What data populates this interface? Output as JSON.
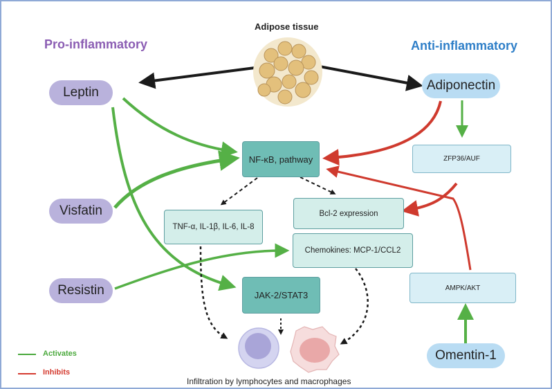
{
  "title": "Adipose tissue",
  "groups": {
    "pro": {
      "label": "Pro-inflammatory",
      "color": "#8b5db3"
    },
    "anti": {
      "label": "Anti-inflammatory",
      "color": "#2f7fc8"
    }
  },
  "adipokines": {
    "leptin": "Leptin",
    "visfatin": "Visfatin",
    "resistin": "Resistin",
    "adiponectin": "Adiponectin",
    "omentin": "Omentin-1"
  },
  "pathways": {
    "nfkb": "NF-κB, pathway",
    "cytokines": "TNF-α, IL-1β,  IL-6, IL-8",
    "bcl2": "Bcl-2 expression",
    "chemokines": "Chemokines: MCP-1/CCL2",
    "jak": "JAK-2/STAT3",
    "zfp": "ZFP36/AUF",
    "ampk": "AMPK/AKT"
  },
  "outcome": "Infiltration by lymphocytes and macrophages",
  "legend": {
    "activates": {
      "label": "Activates",
      "color": "#4aa93c"
    },
    "inhibits": {
      "label": "Inhibits",
      "color": "#d43a2f"
    }
  },
  "colors": {
    "activate": "#55b046",
    "inhibit": "#cf3a2e",
    "neutral": "#1a1a1a"
  }
}
